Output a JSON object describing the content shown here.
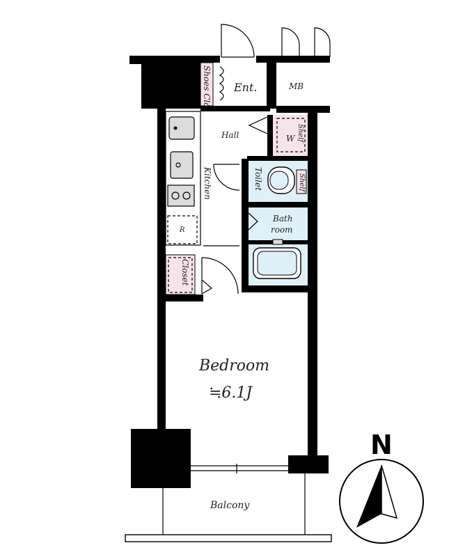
{
  "floorplan": {
    "labels": {
      "entrance": "Ent.",
      "shoes_closet": "Shoes Clo",
      "mb": "MB",
      "hall": "Hall",
      "kitchen": "Kitchen",
      "w": "W",
      "shelf_top": "Shelf",
      "toilet": "Toilet",
      "shelf_toilet": "Shelf",
      "bathroom_1": "Bath",
      "bathroom_2": "room",
      "refrigerator": "R",
      "closet": "Closet",
      "bedroom": "Bedroom",
      "bedroom_size": "≒6.1J",
      "balcony": "Balcony"
    },
    "compass": {
      "north_label": "N"
    },
    "colors": {
      "wall": "#000000",
      "wet_area": "#dff1f8",
      "storage_pink": "#f7e3ea",
      "fixture_gray": "#dcdcdc"
    }
  }
}
